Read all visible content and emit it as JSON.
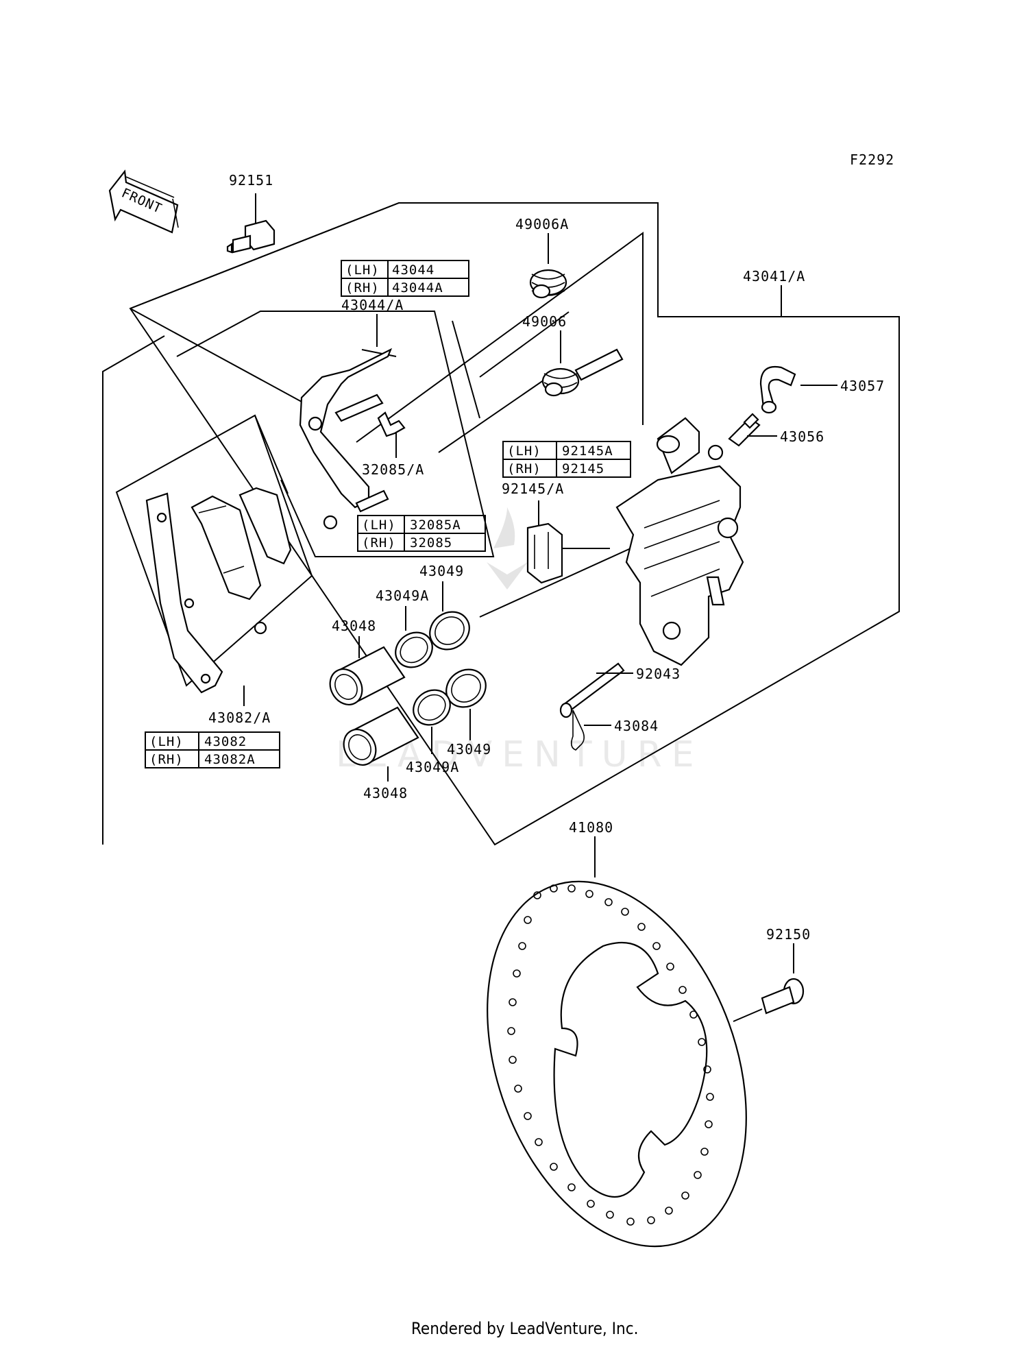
{
  "diagram": {
    "code": "F2292",
    "front_arrow_label": "FRONT",
    "watermark": "LEADVENTURE",
    "footer": "Rendered by LeadVenture, Inc."
  },
  "labels": {
    "l92151": "92151",
    "l49006A": "49006A",
    "l43041A": "43041/A",
    "l43044A": "43044/A",
    "l49006": "49006",
    "l43057": "43057",
    "l43056": "43056",
    "l32085A": "32085/A",
    "l92145A": "92145/A",
    "l43049_top": "43049",
    "l43049A_top": "43049A",
    "l43048_top": "43048",
    "l92043": "92043",
    "l43084": "43084",
    "l43049_bot": "43049",
    "l43049A_bot": "43049A",
    "l43048_bot": "43048",
    "l43082A": "43082/A",
    "l41080": "41080",
    "l92150": "92150"
  },
  "tables": {
    "t43044": [
      [
        "(LH)",
        "43044"
      ],
      [
        "(RH)",
        "43044A"
      ]
    ],
    "t92145": [
      [
        "(LH)",
        "92145A"
      ],
      [
        "(RH)",
        "92145"
      ]
    ],
    "t32085": [
      [
        "(LH)",
        "32085A"
      ],
      [
        "(RH)",
        "32085"
      ]
    ],
    "t43082": [
      [
        "(LH)",
        "43082"
      ],
      [
        "(RH)",
        "43082A"
      ]
    ]
  }
}
